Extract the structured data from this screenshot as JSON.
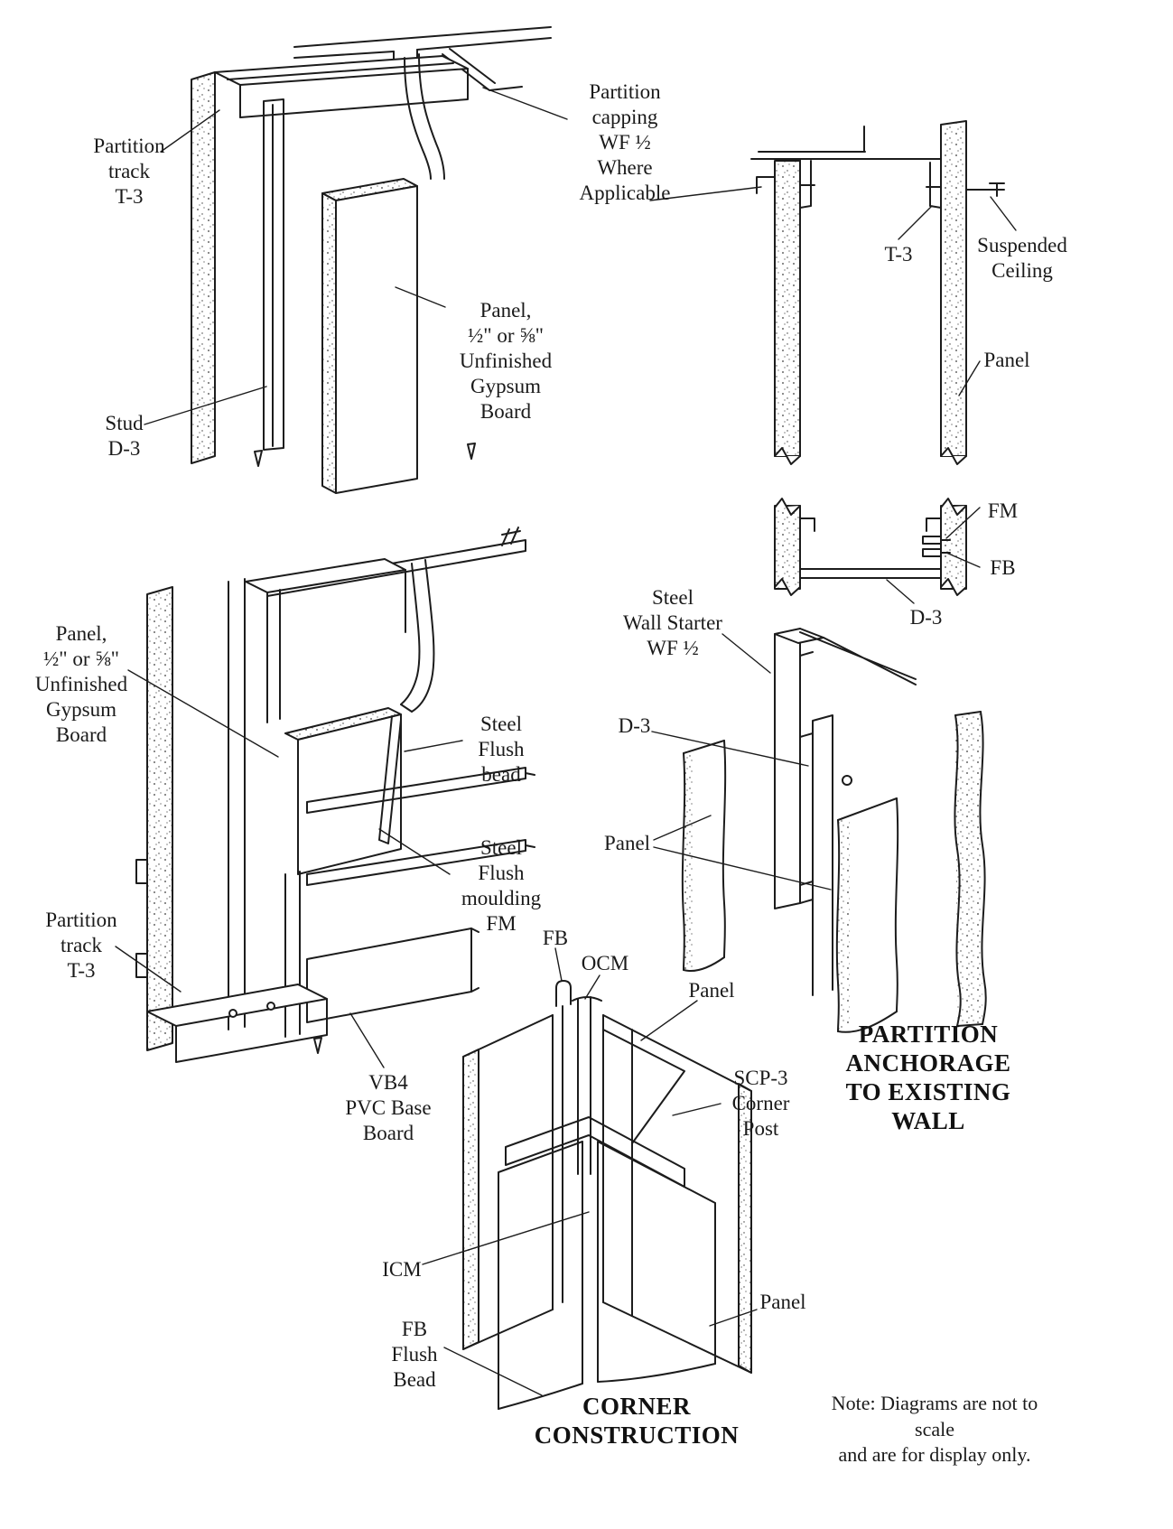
{
  "colors": {
    "ink": "#1a1a1a",
    "background": "#ffffff"
  },
  "stud_track_detail": {
    "partition_track": "Partition\ntrack\nT-3",
    "stud": "Stud\nD-3",
    "panel": "Panel,\n½\" or ⅝\"\nUnfinished\nGypsum\nBoard",
    "partition_capping": "Partition\ncapping\nWF ½\nWhere\nApplicable"
  },
  "ceiling_section": {
    "t3": "T-3",
    "suspended_ceiling": "Suspended\nCeiling",
    "panel": "Panel"
  },
  "joint_section": {
    "fm": "FM",
    "fb": "FB",
    "d3": "D-3"
  },
  "base_detail": {
    "panel": "Panel,\n½\" or ⅝\"\nUnfinished\nGypsum\nBoard",
    "steel_flush_bead": "Steel\nFlush\nbead",
    "steel_flush_moulding": "Steel\nFlush\nmoulding\nFM",
    "partition_track": "Partition\ntrack\nT-3",
    "base_board": "VB4\nPVC Base\nBoard"
  },
  "anchorage_detail": {
    "wall_starter": "Steel\nWall Starter\nWF ½",
    "d3": "D-3",
    "panel": "Panel",
    "title": "PARTITION\nANCHORAGE\nTO EXISTING\nWALL"
  },
  "corner_detail": {
    "fb": "FB",
    "ocm": "OCM",
    "panel_top": "Panel",
    "corner_post": "SCP-3\nCorner\nPost",
    "icm": "ICM",
    "flush_bead": "FB\nFlush\nBead",
    "panel_bottom": "Panel",
    "title": "CORNER\nCONSTRUCTION"
  },
  "footer": {
    "note": "Note: Diagrams are not to scale\nand are for display only."
  }
}
